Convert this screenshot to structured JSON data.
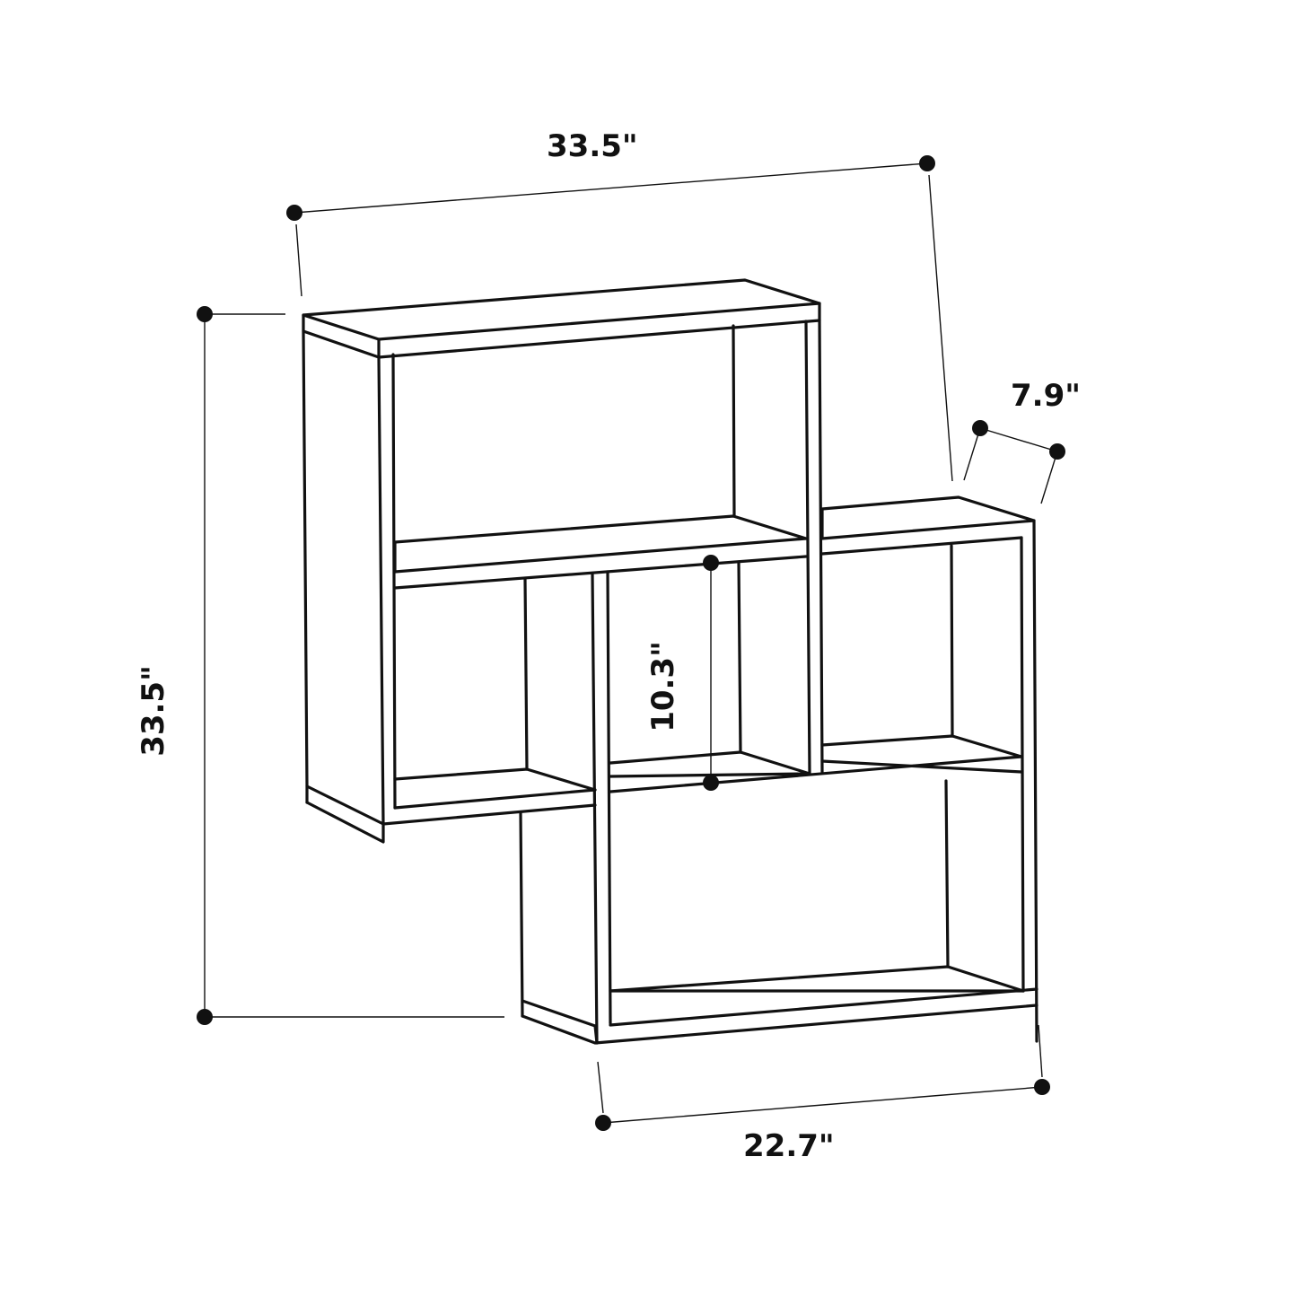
{
  "diagram": {
    "subject": "Wall shelf dimension drawing",
    "line_color": "#111111",
    "background": "#ffffff",
    "dimensions": {
      "overall_width": "33.5\"",
      "overall_height": "33.5\"",
      "depth": "7.9\"",
      "compartment_height": "10.3\"",
      "lower_unit_width": "22.7\""
    }
  }
}
